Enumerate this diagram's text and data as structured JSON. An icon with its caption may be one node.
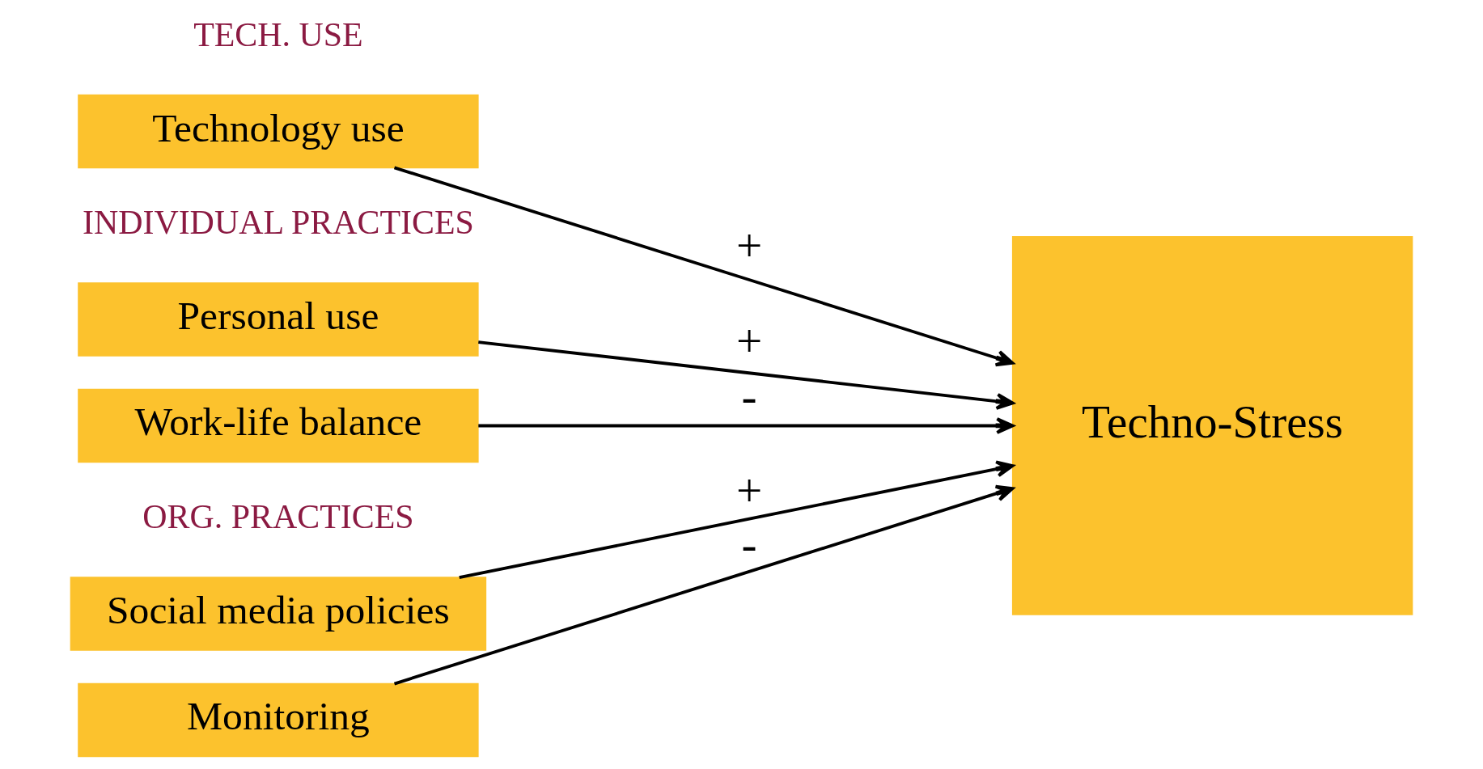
{
  "diagram": {
    "nodes": [
      {
        "text": [
          "Technology use"
        ]
      },
      {
        "text": [
          "Personal use"
        ]
      },
      {
        "text": [
          "Work-life balance"
        ]
      },
      {
        "text": [
          "Social media policies"
        ]
      },
      {
        "text": [
          "Monitoring"
        ]
      },
      {
        "text": [
          "Techno-Stress"
        ]
      }
    ],
    "edges": [
      {
        "from": 0,
        "to": 5,
        "arrow": "to",
        "label": "+"
      },
      {
        "from": 1,
        "to": 5,
        "arrow": "to",
        "label": "+"
      },
      {
        "from": 2,
        "to": 5,
        "arrow": "to",
        "label": "-"
      },
      {
        "from": 3,
        "to": 5,
        "arrow": "to",
        "label": "+"
      },
      {
        "from": 4,
        "to": 5,
        "arrow": "to",
        "label": "-"
      }
    ],
    "labels": [
      "TECH. USE",
      "INDIVIDUAL PRACTICES",
      "ORG. PRACTICES"
    ]
  }
}
